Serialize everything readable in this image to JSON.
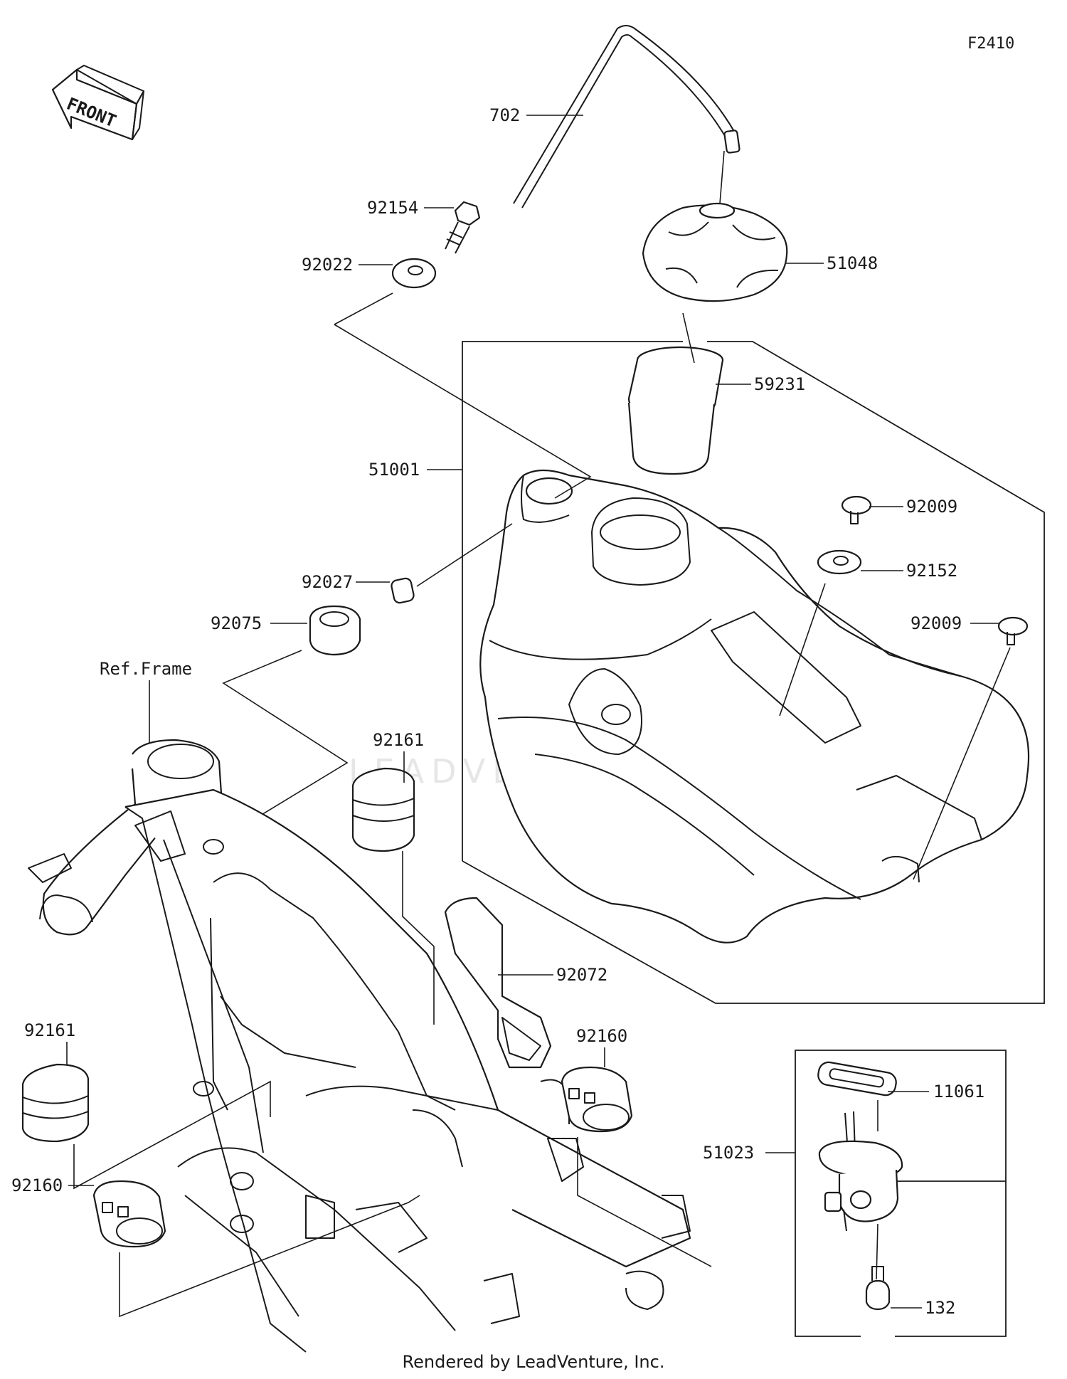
{
  "diagram": {
    "code": "F2410",
    "front_label": "FRONT",
    "ref_frame_label": "Ref.Frame",
    "watermark": "LEADVENTURE",
    "footer": "Rendered by LeadVenture, Inc.",
    "parts": {
      "p702": "702",
      "p92154": "92154",
      "p92022": "92022",
      "p51048": "51048",
      "p59231": "59231",
      "p51001": "51001",
      "p92009a": "92009",
      "p92152": "92152",
      "p92009b": "92009",
      "p92027": "92027",
      "p92075": "92075",
      "p92161a": "92161",
      "p92072": "92072",
      "p92161b": "92161",
      "p92160a": "92160",
      "p11061": "11061",
      "p51023": "51023",
      "p92160b": "92160",
      "p132": "132"
    }
  }
}
